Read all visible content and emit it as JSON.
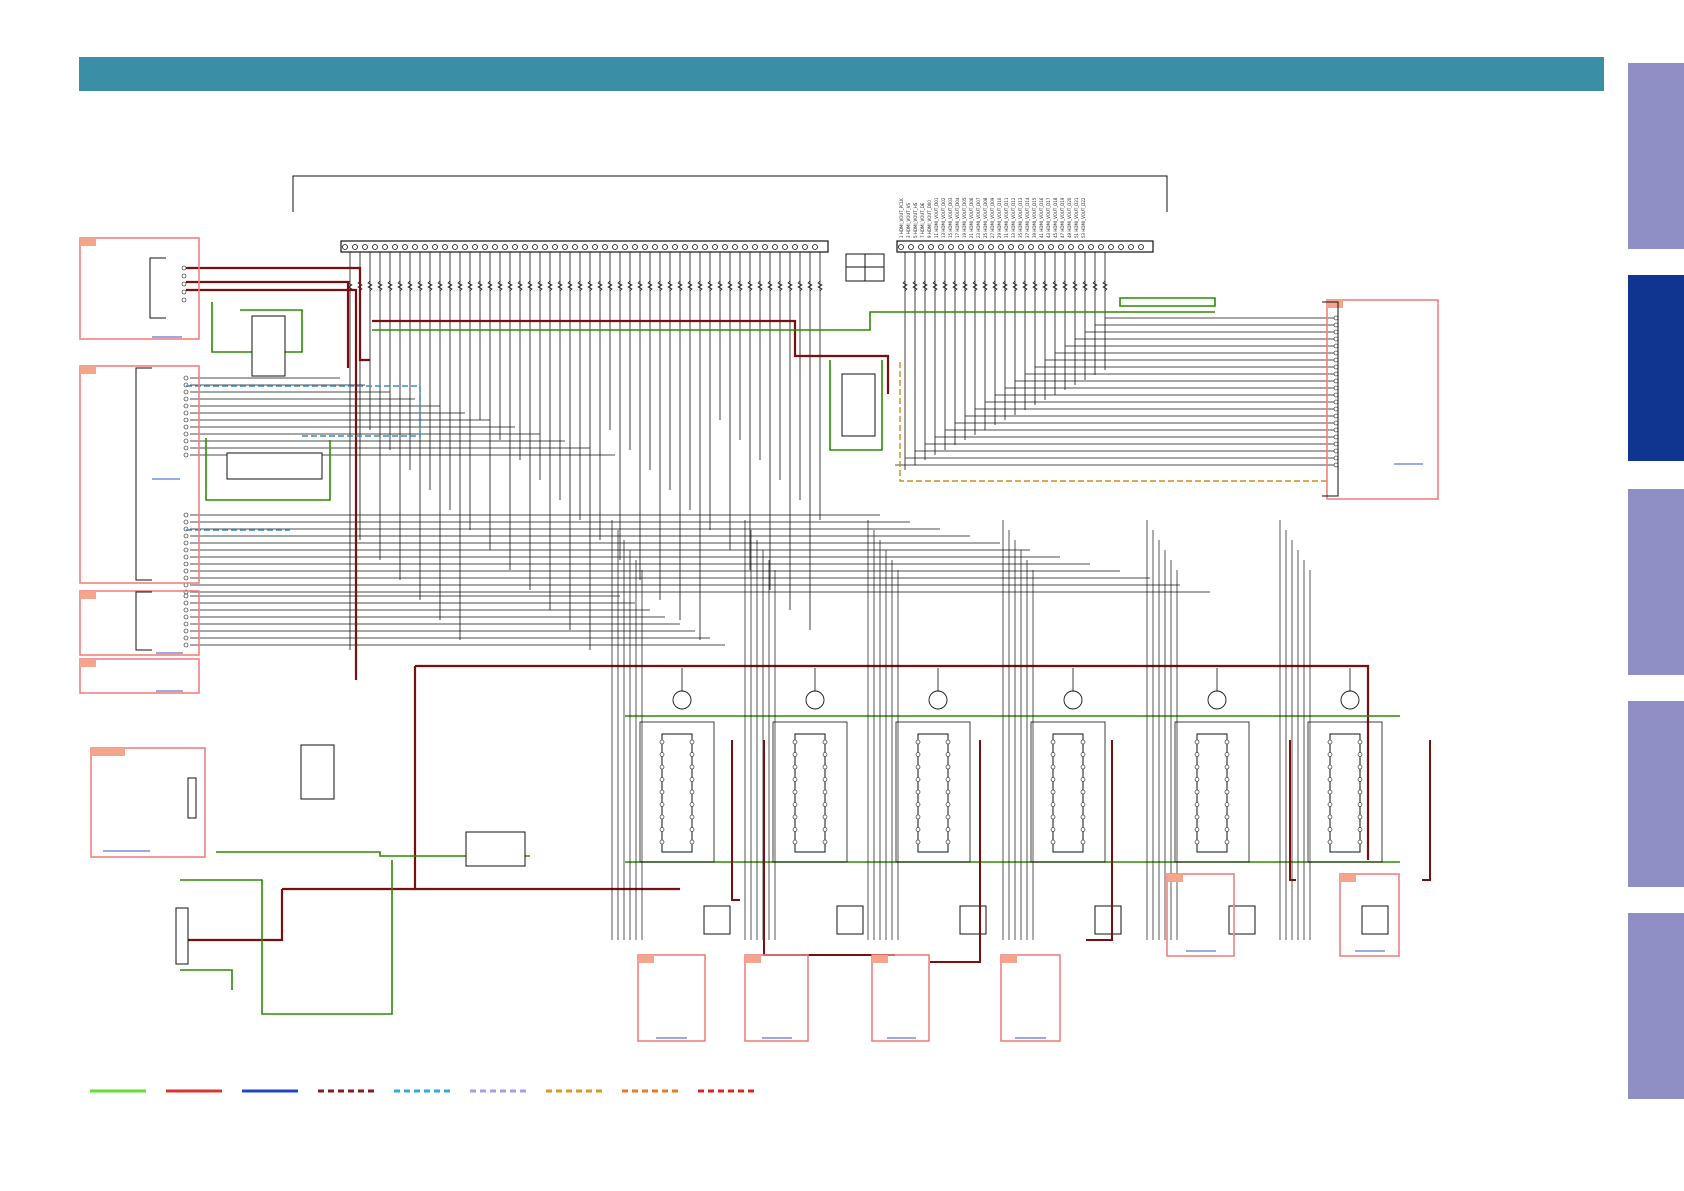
{
  "colors": {
    "header_bar": "#3a8fa6",
    "side_tab": "#8f8fc6",
    "side_tab_active": "#0f3591",
    "wire": "#111111",
    "power_line": "#7a0f0f",
    "ground_line": "#2e8b00",
    "module_box": "#f08080",
    "module_tag": "#f4a58c",
    "link": "#3355cc",
    "bus_dashed_blue": "#3b8dbf",
    "bus_dashed_orange": "#d48a20"
  },
  "side_tabs": [
    {
      "name": "tab-1",
      "active": false
    },
    {
      "name": "tab-2",
      "active": true
    },
    {
      "name": "tab-3",
      "active": false
    },
    {
      "name": "tab-4",
      "active": false
    },
    {
      "name": "tab-5",
      "active": false
    }
  ],
  "connector_pin_labels": [
    "1 HDMI_VOUT_PCLK",
    "3 HDMI_VOUT_VS",
    "5 HDMI_VOUT_HS",
    "7 HDMI_VOUT_DE",
    "9 HDMI_VOUT_D00",
    "11 HDMI_VOUT_D01",
    "13 HDMI_VOUT_D02",
    "15 HDMI_VOUT_D03",
    "17 HDMI_VOUT_D04",
    "19 HDMI_VOUT_D05",
    "21 HDMI_VOUT_D06",
    "23 HDMI_VOUT_D07",
    "25 HDMI_VOUT_D08",
    "27 HDMI_VOUT_D09",
    "29 HDMI_VOUT_D10",
    "31 HDMI_VOUT_D11",
    "33 HDMI_VOUT_D12",
    "35 HDMI_VOUT_D13",
    "37 HDMI_VOUT_D14",
    "39 HDMI_VOUT_D15",
    "41 HDMI_VOUT_D16",
    "43 HDMI_VOUT_D17",
    "45 HDMI_VOUT_D18",
    "47 HDMI_VOUT_D19",
    "49 HDMI_VOUT_D20",
    "51 HDMI_VOUT_D21",
    "53 HDMI_VOUT_D22"
  ],
  "legend": [
    {
      "name": "legend-green-solid",
      "color": "#66dd33",
      "dash": "none"
    },
    {
      "name": "legend-red-solid",
      "color": "#dd3333",
      "dash": "none"
    },
    {
      "name": "legend-blue-solid",
      "color": "#2244cc",
      "dash": "none"
    },
    {
      "name": "legend-darkred-dashed",
      "color": "#8b1a1a",
      "dash": "6,4"
    },
    {
      "name": "legend-cyan-dashed",
      "color": "#33aadd",
      "dash": "6,4"
    },
    {
      "name": "legend-lavender-dashed",
      "color": "#aa99ee",
      "dash": "6,4"
    },
    {
      "name": "legend-gold-dashed",
      "color": "#d49a22",
      "dash": "6,4"
    },
    {
      "name": "legend-orange-dashed",
      "color": "#ee7722",
      "dash": "6,4"
    },
    {
      "name": "legend-red-dashed",
      "color": "#dd2222",
      "dash": "6,4"
    }
  ]
}
